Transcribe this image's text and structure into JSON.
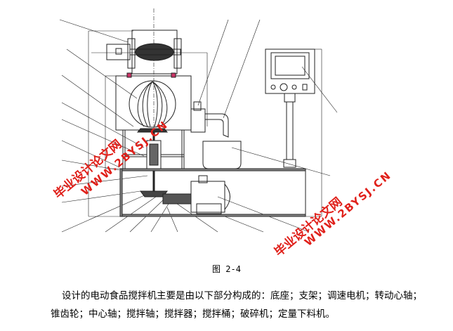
{
  "figure": {
    "watermarks": {
      "site_name": "毕业设计论文网",
      "url": "WWW.2BYSJ.CN",
      "url_partial": "WWW"
    },
    "colors": {
      "watermark": "#e0201a",
      "line": "#222222"
    }
  },
  "caption": "图 2-4",
  "paragraph": "设计的电动食品搅拌机主要是由以下部分构成的：底座；支架；调速电机；转动心轴；锥齿轮；中心轴；搅拌轴；搅拌器；搅拌桶；破碎机；定量下料机。"
}
